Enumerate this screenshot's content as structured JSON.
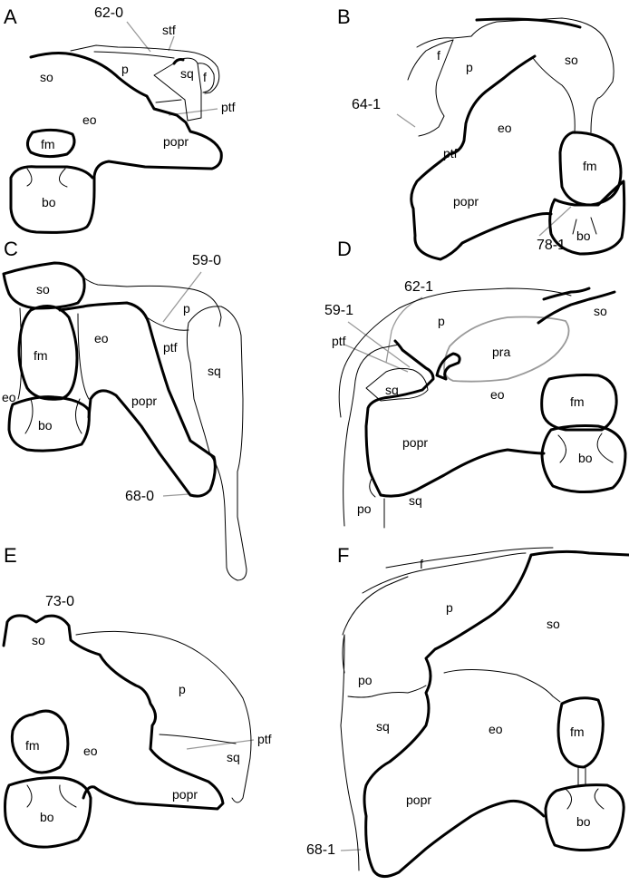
{
  "panels": {
    "A": {
      "letter": "A",
      "char": "62-0",
      "labels": {
        "so": "so",
        "p": "p",
        "stf": "stf",
        "sq": "sq",
        "f": "f",
        "ptf": "ptf",
        "eo": "eo",
        "fm": "fm",
        "popr": "popr",
        "bo": "bo"
      }
    },
    "B": {
      "letter": "B",
      "char1": "64-1",
      "char2": "78-1",
      "labels": {
        "f": "f",
        "p": "p",
        "so": "so",
        "eo": "eo",
        "ptf": "ptf",
        "fm": "fm",
        "popr": "popr",
        "bo": "bo"
      }
    },
    "C": {
      "letter": "C",
      "char1": "59-0",
      "char2": "68-0",
      "labels": {
        "so": "so",
        "p": "p",
        "fm": "fm",
        "eo": "eo",
        "eo2": "eo",
        "ptf": "ptf",
        "sq": "sq",
        "bo": "bo",
        "popr": "popr"
      }
    },
    "D": {
      "letter": "D",
      "char1": "62-1",
      "char2": "59-1",
      "labels": {
        "p": "p",
        "so": "so",
        "ptf": "ptf",
        "pra": "pra",
        "sq": "sq",
        "eo": "eo",
        "fm": "fm",
        "popr": "popr",
        "bo": "bo",
        "po": "po",
        "sq2": "sq"
      }
    },
    "E": {
      "letter": "E",
      "char": "73-0",
      "labels": {
        "so": "so",
        "p": "p",
        "ptf": "ptf",
        "fm": "fm",
        "eo": "eo",
        "sq": "sq",
        "bo": "bo",
        "popr": "popr"
      }
    },
    "F": {
      "letter": "F",
      "char": "68-1",
      "labels": {
        "f": "f",
        "p": "p",
        "so": "so",
        "po": "po",
        "sq": "sq",
        "eo": "eo",
        "fm": "fm",
        "popr": "popr",
        "bo": "bo"
      }
    }
  }
}
